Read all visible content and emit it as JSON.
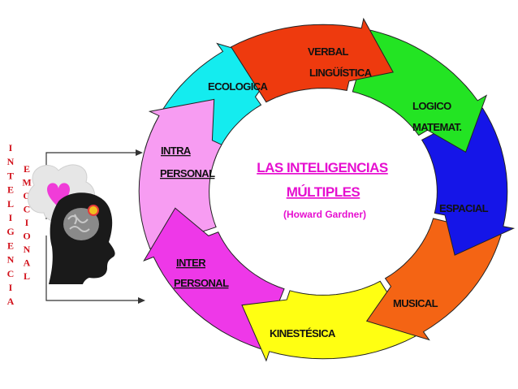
{
  "center": {
    "title_line1": "LAS INTELIGENCIAS",
    "title_line2": "MÚLTIPLES",
    "subtitle": "(Howard Gardner)"
  },
  "segments": [
    {
      "id": "verbal",
      "label_line1": "VERBAL",
      "label_line2": "LINGÜÍSTICA",
      "color": "#ee3a0e"
    },
    {
      "id": "logico",
      "label_line1": "LOGICO",
      "label_line2": "MATEMAT.",
      "color": "#23e423"
    },
    {
      "id": "espacial",
      "label_line1": "ESPACIAL",
      "label_line2": "",
      "color": "#1515e8"
    },
    {
      "id": "musical",
      "label_line1": "MUSICAL",
      "label_line2": "",
      "color": "#f46414"
    },
    {
      "id": "kinestesica",
      "label_line1": "KINESTÉSICA",
      "label_line2": "",
      "color": "#ffff12"
    },
    {
      "id": "interpersonal",
      "label_line1": "INTER",
      "label_line2": "PERSONAL",
      "color": "#ee38e8"
    },
    {
      "id": "intrapersonal",
      "label_line1": "INTRA",
      "label_line2": "PERSONAL",
      "color": "#f79cf2"
    },
    {
      "id": "ecologica",
      "label_line1": "ECOLOGICA",
      "label_line2": "",
      "color": "#14ecef"
    }
  ],
  "side": {
    "word1": "INTELIGENCIA",
    "word2": "EMOCIONAL"
  }
}
